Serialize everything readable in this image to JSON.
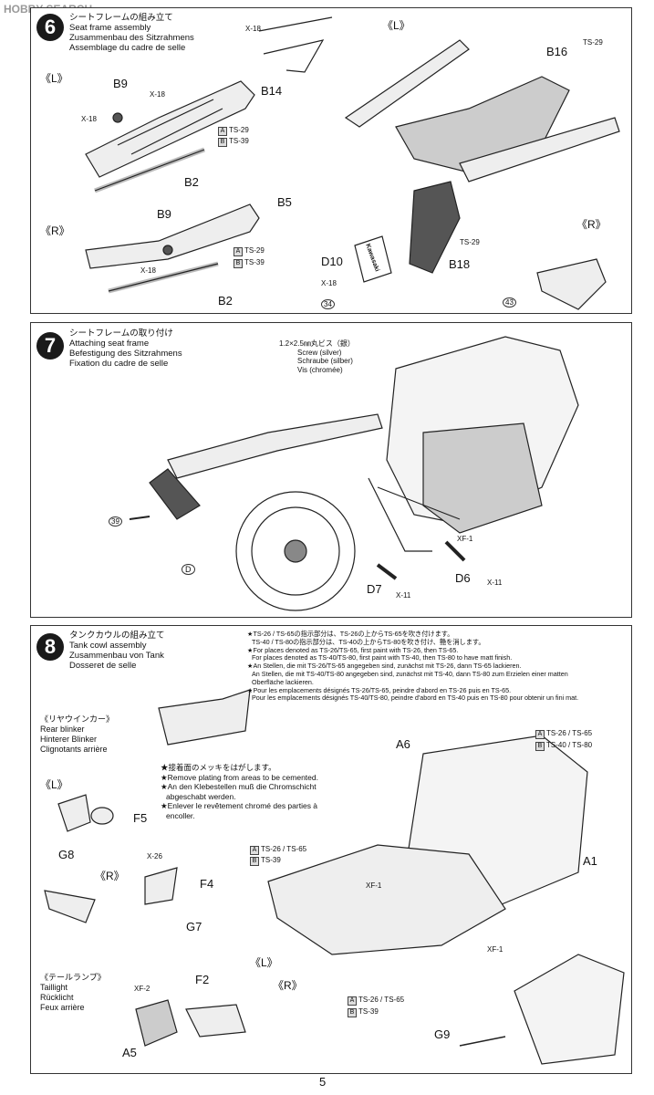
{
  "watermark": "HOBBY SEARCH",
  "page_number": "5",
  "step6": {
    "num": "6",
    "title_lines": [
      "シートフレームの組み立て",
      "Seat frame assembly",
      "Zusammenbau des Sitzrahmens",
      "Assemblage du cadre de selle"
    ],
    "labels": {
      "L1": "《L》",
      "R1": "《R》",
      "L2": "《L》",
      "R2": "《R》",
      "B9a": "B9",
      "B14": "B14",
      "B2a": "B2",
      "B5": "B5",
      "B9b": "B9",
      "B2b": "B2",
      "B16": "B16",
      "B18": "B18",
      "D10": "D10",
      "x18a": "X-18",
      "x18b": "X-18",
      "x18c": "X-18",
      "x18d": "X-18",
      "x18e": "X-18",
      "ts29a": "TS-29",
      "ts39a": "TS-39",
      "ts29b": "TS-29",
      "ts39b": "TS-39",
      "ts29c": "TS-29",
      "ts29d": "TS-29",
      "A": "A",
      "B": "B",
      "A2": "A",
      "B2": "B",
      "c34": "34",
      "c43": "43",
      "decal": "Kawasaki"
    }
  },
  "step7": {
    "num": "7",
    "title_lines": [
      "シートフレームの取り付け",
      "Attaching seat frame",
      "Befestigung des Sitzrahmens",
      "Fixation du cadre de selle"
    ],
    "screw_lines": [
      "1.2×2.5㎜丸ビス（銀）",
      "Screw (silver)",
      "Schraube  (silber)",
      "Vis (chromée)"
    ],
    "labels": {
      "c39": "39",
      "D": "D",
      "D7": "D7",
      "D6": "D6",
      "xf1": "XF-1",
      "x11a": "X-11",
      "x11b": "X-11"
    }
  },
  "step8": {
    "num": "8",
    "title_lines": [
      "タンクカウルの組み立て",
      "Tank cowl assembly",
      "Zusammenbau von Tank",
      "Dosseret de selle"
    ],
    "paint_notes": [
      "★TS-26 / TS-65の指示部分は、TS-26の上からTS-65を吹き付けます。",
      "TS-40 / TS-80の指示部分は、TS-40の上からTS-80を吹き付け、艶を消します。",
      "★For places denoted as TS-26/TS-65, first paint with TS-26, then TS-65.",
      "For places denoted as TS-40/TS-80, first paint with TS-40, then TS-80 to have matt finish.",
      "★An Stellen, die mit TS-26/TS-65 angegeben sind, zunächst mit TS-26, dann TS-65 lackieren.",
      "An Stellen, die mit TS-40/TS-80 angegeben sind, zunächst mit TS-40, dann TS-80 zum Erzielen einer matten",
      "Oberfläche lackieren.",
      "★Pour les emplacements désignés TS-26/TS-65, peindre d'abord en TS-26 puis en TS-65.",
      "Pour les emplacements désignés TS-40/TS-80, peindre d'abord en TS-40 puis en TS-80 pour obtenir un fini mat."
    ],
    "rear_blinker": [
      "《リヤウインカー》",
      "Rear blinker",
      "Hinterer Blinker",
      "Clignotants arrière"
    ],
    "plating_notes": [
      "★接着面のメッキをはがします。",
      "★Remove plating from areas to be cemented.",
      "★An den Klebestellen muß die Chromschicht",
      "abgeschabt werden.",
      "★Enlever le revêtement chromé des parties à",
      "encoller."
    ],
    "taillight": [
      "《テールランプ》",
      "Taillight",
      "Rücklicht",
      "Feux arrière"
    ],
    "labels": {
      "L": "《L》",
      "R": "《R》",
      "L2": "《L》",
      "R2": "《R》",
      "F5": "F5",
      "G8": "G8",
      "F4": "F4",
      "G7": "G7",
      "x26": "X-26",
      "F2": "F2",
      "A5": "A5",
      "xf2": "XF-2",
      "A6": "A6",
      "A1": "A1",
      "G9": "G9",
      "pa1": "TS-26 / TS-65",
      "pb1": "TS-40 / TS-80",
      "pa2": "TS-26 / TS-65",
      "pb2": "TS-39",
      "pa3": "TS-26 / TS-65",
      "pb3": "TS-39",
      "xf1a": "XF-1",
      "xf1b": "XF-1",
      "A": "A",
      "B": "B"
    }
  }
}
